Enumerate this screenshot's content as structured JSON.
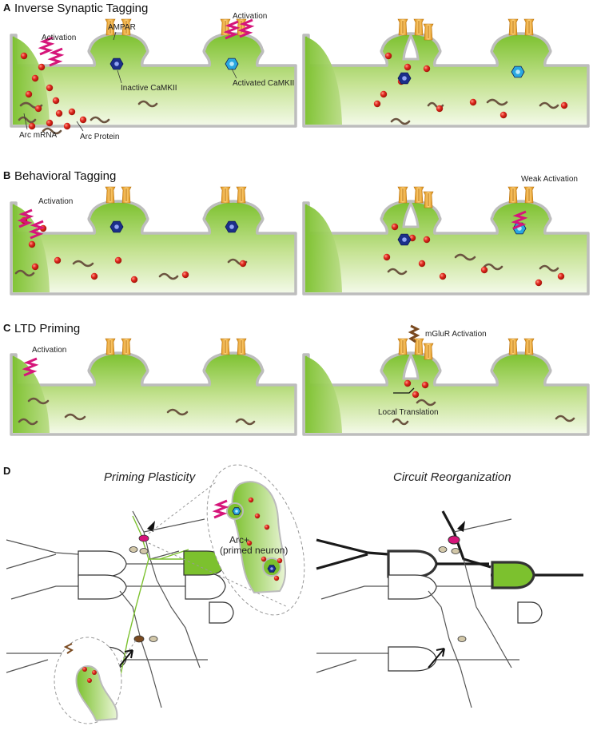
{
  "panels": {
    "A": {
      "letter": "A",
      "title": "Inverse Synaptic Tagging"
    },
    "B": {
      "letter": "B",
      "title": "Behavioral Tagging"
    },
    "C": {
      "letter": "C",
      "title": "LTD Priming"
    },
    "D": {
      "letter": "D",
      "left_title": "Priming Plasticity",
      "right_title": "Circuit Reorganization"
    }
  },
  "labels": {
    "activation": "Activation",
    "ampar": "AMPAR",
    "inactive_camkii": "Inactive CaMKII",
    "activated_camkii": "Activated CaMKII",
    "arc_mrna": "Arc mRNA",
    "arc_protein": "Arc Protein",
    "weak_activation": "Weak Activation",
    "mglur_activation": "mGluR Activation",
    "local_translation": "Local Translation",
    "arc_plus": "Arc+",
    "primed_neuron": "(primed neuron)"
  },
  "colors": {
    "dendrite_green": "#7cc12e",
    "dendrite_light": "#eef7dd",
    "membrane_gray": "#bdbdbd",
    "receptor_orange": "#f0a830",
    "arc_protein_red": "#e0281e",
    "arc_mrna_brown": "#6b5440",
    "inactive_camkii_navy": "#1b2f8a",
    "active_camkii_cyan": "#29a8e0",
    "activation_magenta": "#d6157a",
    "mglur_brown": "#7a4a20",
    "circuit_black": "#1a1a1a"
  }
}
